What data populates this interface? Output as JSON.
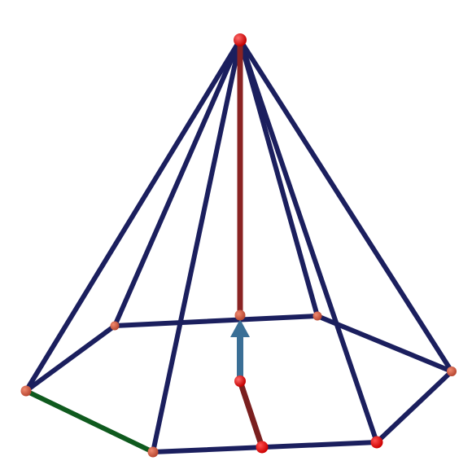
{
  "diagram": {
    "type": "3d-wireframe-hexagonal-pyramid",
    "colors": {
      "background": "#ffffff",
      "edge": "#1b1f5e",
      "base_highlight_edge": "#0f5a1e",
      "height_segment": "#8a2323",
      "arrow": "#3a6f96",
      "apex_vertex": "#d80000",
      "base_vertex": "#c8553a",
      "bright_vertex": "#e00000"
    },
    "vertices": {
      "apex": "apex_vertex",
      "base_center": "base_vertex",
      "lower_point": "apex_vertex",
      "base_midpoint": "bright_vertex",
      "base_1": "base_vertex",
      "base_2": "base_vertex",
      "base_3": "base_vertex",
      "base_4": "base_vertex",
      "base_5": "bright_vertex",
      "base_6": "base_vertex"
    }
  }
}
